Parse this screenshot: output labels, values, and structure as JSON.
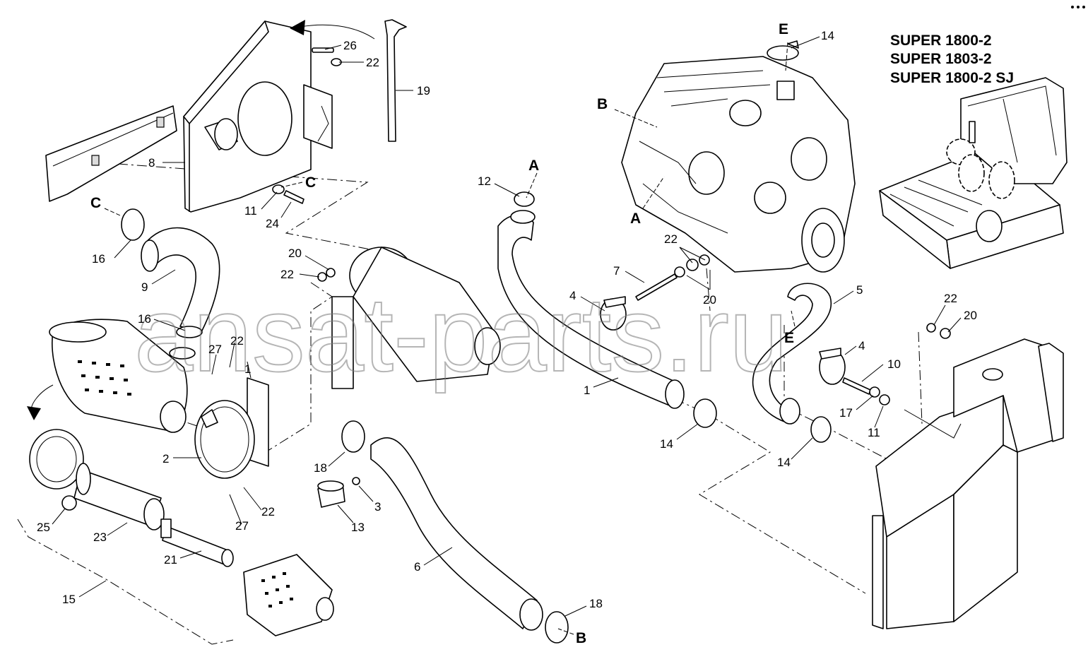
{
  "models": [
    "SUPER 1800-2",
    "SUPER 1803-2",
    "SUPER 1800-2 SJ"
  ],
  "watermark": "ansat-parts.ru",
  "callouts": [
    {
      "id": "c-26",
      "text": "26"
    },
    {
      "id": "c-22a",
      "text": "22"
    },
    {
      "id": "c-19",
      "text": "19"
    },
    {
      "id": "c-8",
      "text": "8"
    },
    {
      "id": "c-11a",
      "text": "11"
    },
    {
      "id": "c-24",
      "text": "24"
    },
    {
      "id": "c-16a",
      "text": "16"
    },
    {
      "id": "c-9",
      "text": "9"
    },
    {
      "id": "c-16b",
      "text": "16"
    },
    {
      "id": "c-20a",
      "text": "20"
    },
    {
      "id": "c-22b",
      "text": "22"
    },
    {
      "id": "c-27a",
      "text": "27"
    },
    {
      "id": "c-22c",
      "text": "22"
    },
    {
      "id": "c-1a",
      "text": "1"
    },
    {
      "id": "c-2",
      "text": "2"
    },
    {
      "id": "c-27b",
      "text": "27"
    },
    {
      "id": "c-22d",
      "text": "22"
    },
    {
      "id": "c-25",
      "text": "25"
    },
    {
      "id": "c-23",
      "text": "23"
    },
    {
      "id": "c-21",
      "text": "21"
    },
    {
      "id": "c-15",
      "text": "15"
    },
    {
      "id": "c-18a",
      "text": "18"
    },
    {
      "id": "c-3",
      "text": "3"
    },
    {
      "id": "c-13",
      "text": "13"
    },
    {
      "id": "c-6",
      "text": "6"
    },
    {
      "id": "c-18b",
      "text": "18"
    },
    {
      "id": "c-12",
      "text": "12"
    },
    {
      "id": "c-4a",
      "text": "4"
    },
    {
      "id": "c-1b",
      "text": "1"
    },
    {
      "id": "c-14a",
      "text": "14"
    },
    {
      "id": "c-7",
      "text": "7"
    },
    {
      "id": "c-22e",
      "text": "22"
    },
    {
      "id": "c-20b",
      "text": "20"
    },
    {
      "id": "c-14b",
      "text": "14"
    },
    {
      "id": "c-5",
      "text": "5"
    },
    {
      "id": "c-4b",
      "text": "4"
    },
    {
      "id": "c-10",
      "text": "10"
    },
    {
      "id": "c-17",
      "text": "17"
    },
    {
      "id": "c-11b",
      "text": "11"
    },
    {
      "id": "c-14c",
      "text": "14"
    },
    {
      "id": "c-22f",
      "text": "22"
    },
    {
      "id": "c-20c",
      "text": "20"
    }
  ],
  "letters": [
    {
      "id": "l-E",
      "text": "E"
    },
    {
      "id": "l-B1",
      "text": "B"
    },
    {
      "id": "l-A1",
      "text": "A"
    },
    {
      "id": "l-A2",
      "text": "A"
    },
    {
      "id": "l-C1",
      "text": "C"
    },
    {
      "id": "l-C2",
      "text": "C"
    },
    {
      "id": "l-E2",
      "text": "E"
    },
    {
      "id": "l-B2",
      "text": "B"
    }
  ]
}
